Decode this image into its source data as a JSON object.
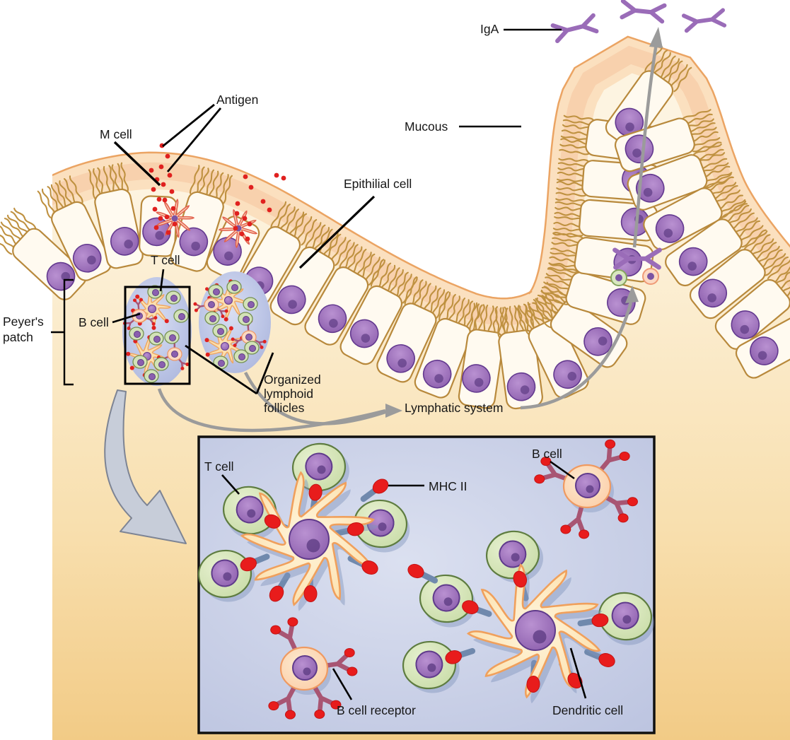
{
  "figure": {
    "type": "biology-illustration",
    "subject": "Mucosal immune response at intestinal epithelium with Peyer's patch and magnified lymphoid follicle inset"
  },
  "labels": {
    "iga": "IgA",
    "antigen": "Antigen",
    "m_cell": "M cell",
    "mucous": "Mucous",
    "epithelial_cell": "Epithilial cell",
    "t_cell_upper": "T cell",
    "b_cell_upper": "B cell",
    "peyers_patch": {
      "line1": "Peyer's",
      "line2": "patch"
    },
    "organized_follicles": {
      "line1": "Organized",
      "line2": "lymphoid",
      "line3": "follicles"
    },
    "lymphatic_system": "Lymphatic system",
    "inset": {
      "t_cell": "T cell",
      "mhc_ii": "MHC II",
      "b_cell": "B cell",
      "b_cell_receptor": "B cell receptor",
      "dendritic_cell": "Dendritic cell"
    }
  },
  "colors": {
    "background": "#ffffff",
    "lamina_top": "#fdf4e1",
    "lamina_mid": "#f8dfae",
    "lamina_bottom": "#f2cb86",
    "mucous_fill": "#fbe0bf",
    "mucous_edge": "#eba463",
    "mucous_inner": "#f5c29b",
    "cell_fill": "#fffaf0",
    "cell_edge": "#b8893c",
    "microvilli": "#bf9140",
    "nucleus_light": "#b991d1",
    "nucleus_dark": "#8a5cab",
    "nucleus_edge": "#63398f",
    "nucleus_spot": "#5f3d85",
    "follicle_center": "#d9def2",
    "follicle_edge": "#a9b3da",
    "inset_bg_center": "#dbe0f0",
    "inset_bg_edge": "#bcc4e0",
    "inset_border": "#101010",
    "tcell_light": "#e6f0cf",
    "tcell_dark": "#c6daa4",
    "tcell_edge": "#5e7c40",
    "bcell_light": "#fdeacf",
    "bcell_dark": "#fbc9a2",
    "bcell_edge": "#ef9a61",
    "dc_light": "#fff6de",
    "dc_dark": "#fbd99c",
    "dc_edge": "#f0a05c",
    "dc_small_fill": "#f9cdb2",
    "dc_small_edge": "#e2614e",
    "shadow": "#8094bd",
    "stalk": "#7089ad",
    "mhc_red": "#e81c1c",
    "mhc_red_edge": "#c21414",
    "receptor": "#a85573",
    "antigen_red": "#e0211f",
    "iga_purple": "#9a6cb8",
    "arrow_gray": "#9b9b9b",
    "zoom_arrow_fill": "#c7cdd9",
    "zoom_arrow_edge": "#7d8494",
    "leader": "#000000"
  }
}
